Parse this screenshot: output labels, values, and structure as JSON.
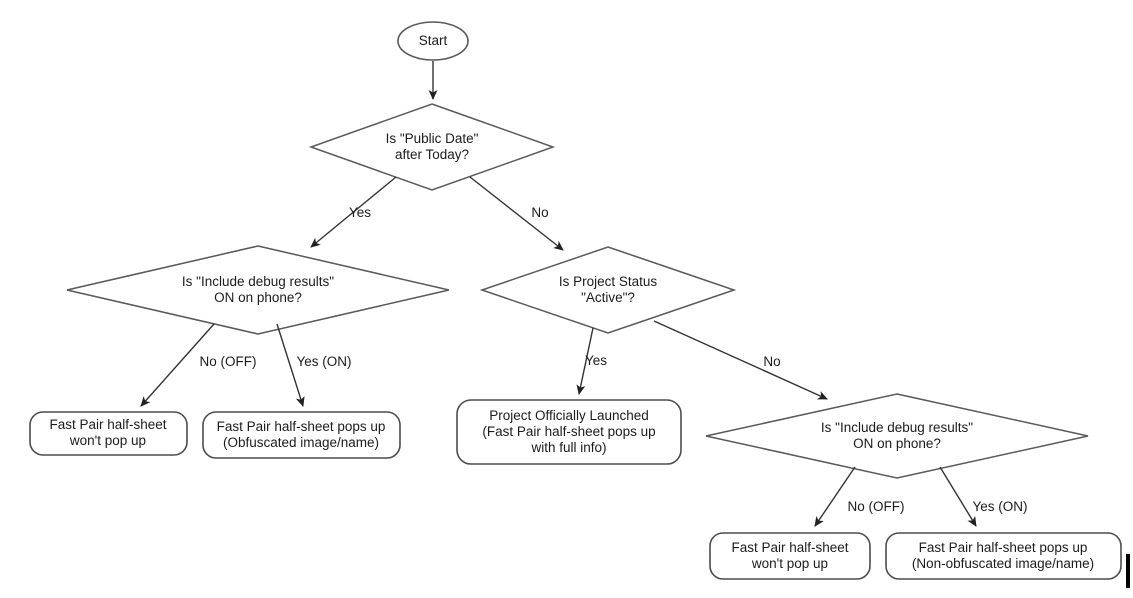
{
  "flowchart": {
    "start": {
      "label": "Start"
    },
    "decisions": [
      {
        "id": "public-date",
        "label": "Is \"Public Date\"\nafter Today?"
      },
      {
        "id": "debug-left",
        "label": "Is \"Include debug results\"\nON on phone?"
      },
      {
        "id": "project-status",
        "label": "Is Project Status\n\"Active\"?"
      },
      {
        "id": "debug-right",
        "label": "Is \"Include debug results\"\nON on phone?"
      }
    ],
    "outcomes": [
      {
        "id": "no-popup-left",
        "label": "Fast Pair half-sheet\nwon't pop up"
      },
      {
        "id": "obfuscated",
        "label": "Fast Pair half-sheet pops up\n(Obfuscated image/name)"
      },
      {
        "id": "launched",
        "label": "Project Officially Launched\n(Fast Pair half-sheet pops up\nwith full info)"
      },
      {
        "id": "no-popup-right",
        "label": "Fast Pair half-sheet\nwon't pop up"
      },
      {
        "id": "non-obfuscated",
        "label": "Fast Pair half-sheet pops up\n(Non-obfuscated image/name)"
      }
    ],
    "edge_labels": {
      "d1_yes": "Yes",
      "d1_no": "No",
      "d2_no": "No (OFF)",
      "d2_yes": "Yes (ON)",
      "d3_yes": "Yes",
      "d3_no": "No",
      "d4_no": "No (OFF)",
      "d4_yes": "Yes (ON)"
    },
    "colors": {
      "shape_stroke": "#595959",
      "arrow_stroke": "#333333",
      "text": "#1c1c1c",
      "background": "#ffffff"
    }
  }
}
